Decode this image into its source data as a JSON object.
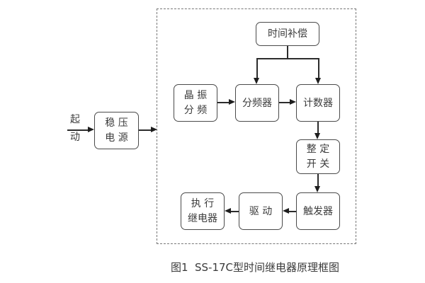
{
  "diagram": {
    "start_label": {
      "line1": "起",
      "line2": "动"
    },
    "blocks": {
      "power": {
        "line1": "稳 压",
        "line2": "电 源"
      },
      "time_compensation": {
        "label": "时间补偿"
      },
      "crystal_divider": {
        "line1": "晶 振",
        "line2": "分 频"
      },
      "frequency_divider": {
        "label": "分频器"
      },
      "counter": {
        "label": "计数器"
      },
      "setting_switch": {
        "line1": "整 定",
        "line2": "开 关"
      },
      "trigger": {
        "label": "触发器"
      },
      "drive": {
        "label": "驱 动"
      },
      "output_relay": {
        "line1": "执 行",
        "line2": "继电器"
      }
    },
    "caption": "图1  SS-17C型时间继电器原理框图",
    "colors": {
      "background": "#ffffff",
      "box_border": "#4a4a4a",
      "connector": "#2c2c2c",
      "dashed_frame": "#777777",
      "text": "#3b3b3b"
    }
  }
}
